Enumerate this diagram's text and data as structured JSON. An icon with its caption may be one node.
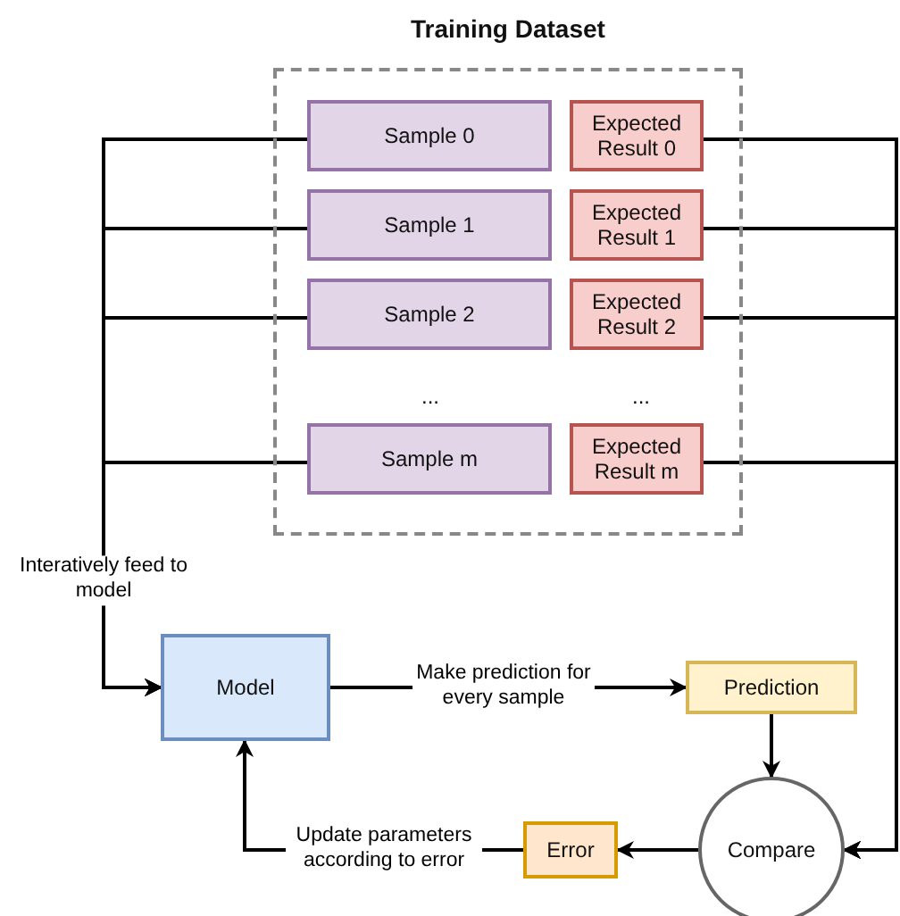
{
  "diagram": {
    "nodes": [
      {
        "text": [
          "Training Dataset"
        ]
      },
      {
        "text": [
          "Sample 0"
        ],
        "in": 0
      },
      {
        "text": [
          "Expected Result 0"
        ],
        "in": 0
      },
      {
        "text": [
          "Sample 1"
        ],
        "in": 0
      },
      {
        "text": [
          "Expected Result 1"
        ],
        "in": 0
      },
      {
        "text": [
          "Sample 2"
        ],
        "in": 0
      },
      {
        "text": [
          "Expected Result 2"
        ],
        "in": 0
      },
      {
        "text": [
          "Sample m"
        ],
        "in": 0
      },
      {
        "text": [
          "Expected Result m"
        ],
        "in": 0
      },
      {
        "text": [
          "Model"
        ]
      },
      {
        "text": [
          "Prediction"
        ]
      },
      {
        "text": [
          "Compare"
        ]
      },
      {
        "text": [
          "Error"
        ]
      }
    ],
    "edges": [
      {
        "from": 1,
        "to": 9,
        "arrow": "to",
        "label": "Interatively feed to model"
      },
      {
        "from": 3,
        "to": 9,
        "arrow": "to"
      },
      {
        "from": 5,
        "to": 9,
        "arrow": "to"
      },
      {
        "from": 7,
        "to": 9,
        "arrow": "to"
      },
      {
        "from": 2,
        "to": 11,
        "arrow": "to"
      },
      {
        "from": 4,
        "to": 11,
        "arrow": "to"
      },
      {
        "from": 6,
        "to": 11,
        "arrow": "to"
      },
      {
        "from": 8,
        "to": 11,
        "arrow": "to"
      },
      {
        "from": 9,
        "to": 10,
        "arrow": "to",
        "label": "Make prediction for every sample"
      },
      {
        "from": 10,
        "to": 11,
        "arrow": "to"
      },
      {
        "from": 11,
        "to": 12,
        "arrow": "to"
      },
      {
        "from": 12,
        "to": 9,
        "arrow": "to",
        "label": "Update parameters according to error"
      }
    ],
    "labels": [
      "...",
      "..."
    ]
  }
}
